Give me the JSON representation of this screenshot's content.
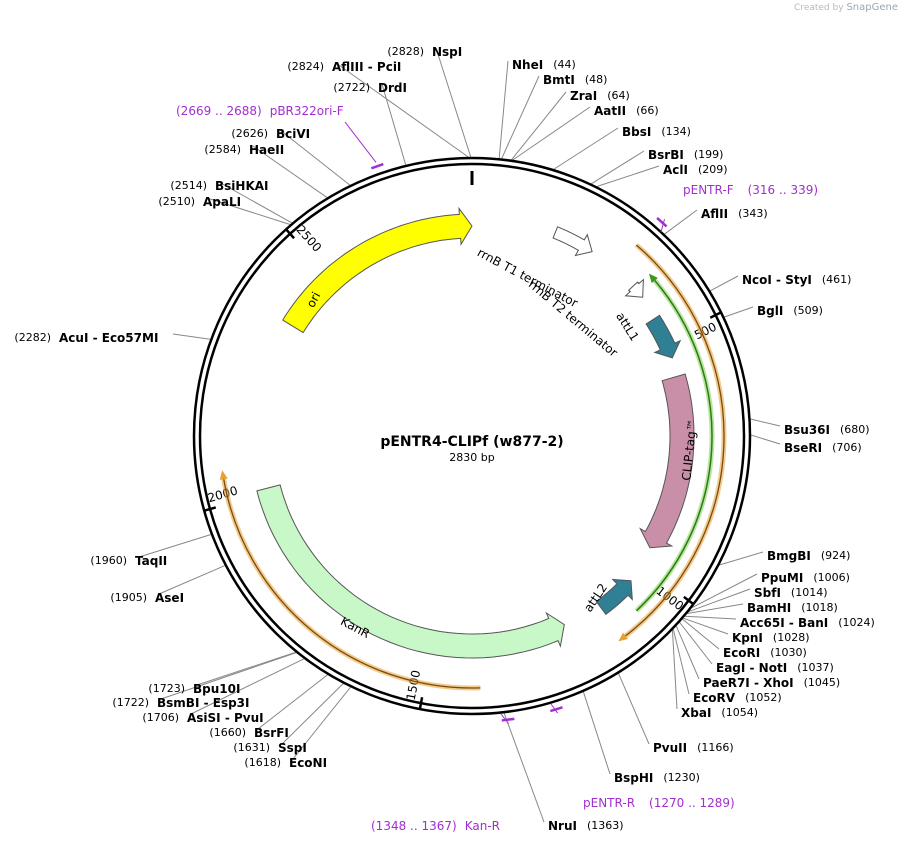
{
  "credit": {
    "prefix": "Created by",
    "brand": "SnapGene"
  },
  "plasmid": {
    "name": "pENTR4-CLIPf (w877-2)",
    "length_label": "2830 bp",
    "length": 2830
  },
  "ticks": [
    {
      "bp": 500,
      "label": "500"
    },
    {
      "bp": 1000,
      "label": "1000"
    },
    {
      "bp": 1500,
      "label": "1500"
    },
    {
      "bp": 2000,
      "label": "2000"
    },
    {
      "bp": 2500,
      "label": "2500"
    }
  ],
  "colors": {
    "ori": "#ffff00",
    "kanr": "#c8f7c8",
    "clip": "#c98fa8",
    "att": "#2f7f95",
    "primer": "#a12fd0",
    "orange": "#e8a030",
    "green": "#3a9a1a"
  },
  "features": [
    {
      "name": "ori",
      "start": 2370,
      "end": 2830,
      "dir": 1,
      "color": "#ffff00",
      "label": "ori"
    },
    {
      "name": "KanR",
      "start": 1210,
      "end": 2010,
      "dir": -1,
      "color": "#c8f7c8",
      "label": "KanR"
    },
    {
      "name": "CLIP-tag",
      "start": 580,
      "end": 960,
      "dir": 1,
      "color": "#c98fa8",
      "label": "CLIP-tag™"
    },
    {
      "name": "attL1",
      "start": 450,
      "end": 540,
      "dir": 1,
      "color": "#2f7f95",
      "label": "attL1"
    },
    {
      "name": "attL2",
      "start": 1040,
      "end": 1125,
      "dir": -1,
      "color": "#2f7f95",
      "label": "attL2"
    },
    {
      "name": "rrnB T1 terminator",
      "start": 175,
      "end": 260,
      "dir": 1,
      "color": "#ffffff",
      "label": "rrnB T1 terminator"
    },
    {
      "name": "rrnB T2 terminator",
      "start": 370,
      "end": 400,
      "dir": 1,
      "color": "#ffffff",
      "label": "rrnB T2 terminator"
    }
  ],
  "enzymes": [
    {
      "name": "NspI",
      "pos": "(2828)",
      "bp": 2828
    },
    {
      "name": "AflIII  - PciI",
      "pos": "(2824)",
      "bp": 2824
    },
    {
      "name": "DrdI",
      "pos": "(2722)",
      "bp": 2722
    },
    {
      "name": "BciVI",
      "pos": "(2626)",
      "bp": 2626
    },
    {
      "name": "HaeII",
      "pos": "(2584)",
      "bp": 2584
    },
    {
      "name": "BsiHKAI",
      "pos": "(2514)",
      "bp": 2514
    },
    {
      "name": "ApaLI",
      "pos": "(2510)",
      "bp": 2510
    },
    {
      "name": "AcuI  - Eco57MI",
      "pos": "(2282)",
      "bp": 2282
    },
    {
      "name": "TaqII",
      "pos": "(1960)",
      "bp": 1960
    },
    {
      "name": "AseI",
      "pos": "(1905)",
      "bp": 1905
    },
    {
      "name": "Bpu10I",
      "pos": "(1723)",
      "bp": 1723
    },
    {
      "name": "BsmBI  - Esp3I",
      "pos": "(1722)",
      "bp": 1722
    },
    {
      "name": "AsiSI  - PvuI",
      "pos": "(1706)",
      "bp": 1706
    },
    {
      "name": "BsrFI",
      "pos": "(1660)",
      "bp": 1660
    },
    {
      "name": "SspI",
      "pos": "(1631)",
      "bp": 1631
    },
    {
      "name": "EcoNI",
      "pos": "(1618)",
      "bp": 1618
    },
    {
      "name": "NruI",
      "pos": "(1363)",
      "bp": 1363
    },
    {
      "name": "BspHI",
      "pos": "(1230)",
      "bp": 1230
    },
    {
      "name": "PvuII",
      "pos": "(1166)",
      "bp": 1166
    },
    {
      "name": "XbaI",
      "pos": "(1054)",
      "bp": 1054
    },
    {
      "name": "EcoRV",
      "pos": "(1052)",
      "bp": 1052
    },
    {
      "name": "PaeR7I  - XhoI",
      "pos": "(1045)",
      "bp": 1045
    },
    {
      "name": "EagI  - NotI",
      "pos": "(1037)",
      "bp": 1037
    },
    {
      "name": "EcoRI",
      "pos": "(1030)",
      "bp": 1030
    },
    {
      "name": "KpnI",
      "pos": "(1028)",
      "bp": 1028
    },
    {
      "name": "Acc65I  - BanI",
      "pos": "(1024)",
      "bp": 1024
    },
    {
      "name": "BamHI",
      "pos": "(1018)",
      "bp": 1018
    },
    {
      "name": "SbfI",
      "pos": "(1014)",
      "bp": 1014
    },
    {
      "name": "PpuMI",
      "pos": "(1006)",
      "bp": 1006
    },
    {
      "name": "BmgBI",
      "pos": "(924)",
      "bp": 924
    },
    {
      "name": "BseRI",
      "pos": "(706)",
      "bp": 706
    },
    {
      "name": "Bsu36I",
      "pos": "(680)",
      "bp": 680
    },
    {
      "name": "BglI",
      "pos": "(509)",
      "bp": 509
    },
    {
      "name": "NcoI  - StyI",
      "pos": "(461)",
      "bp": 461
    },
    {
      "name": "AflII",
      "pos": "(343)",
      "bp": 343
    },
    {
      "name": "AclI",
      "pos": "(209)",
      "bp": 209
    },
    {
      "name": "BsrBI",
      "pos": "(199)",
      "bp": 199
    },
    {
      "name": "BbsI",
      "pos": "(134)",
      "bp": 134
    },
    {
      "name": "AatII",
      "pos": "(66)",
      "bp": 66
    },
    {
      "name": "ZraI",
      "pos": "(64)",
      "bp": 64
    },
    {
      "name": "BmtI",
      "pos": "(48)",
      "bp": 48
    },
    {
      "name": "NheI",
      "pos": "(44)",
      "bp": 44
    }
  ],
  "primers": [
    {
      "name": "pBR322ori-F",
      "range": "(2669 .. 2688)",
      "bp": 2678
    },
    {
      "name": "pENTR-F",
      "range": "(316 .. 339)",
      "bp": 327
    },
    {
      "name": "pENTR-R",
      "range": "(1270 .. 1289)",
      "bp": 1280
    },
    {
      "name": "Kan-R",
      "range": "(1348 .. 1367)",
      "bp": 1358
    }
  ]
}
